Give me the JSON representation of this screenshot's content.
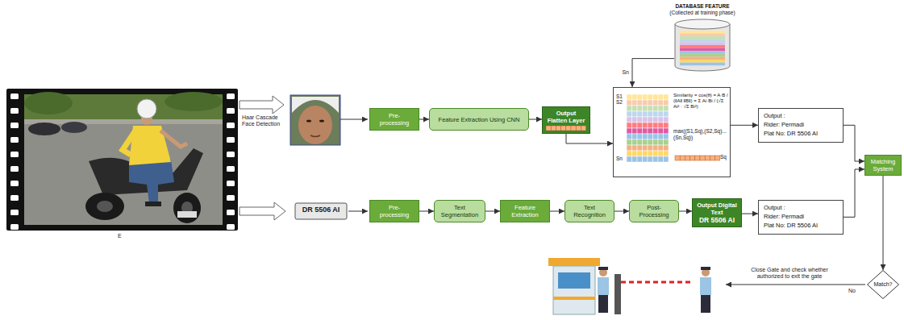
{
  "diagram": {
    "nodes": [
      {
        "text": [
          "Pre-processing"
        ]
      },
      {
        "text": [
          "Feature Extraction Using CNN"
        ]
      },
      {
        "text": [
          "Output",
          "Flatten Layer"
        ]
      },
      {
        "text": [
          "DATABASE FEATURE",
          "(Collected at training phase)"
        ]
      },
      {
        "text": [
          "S1",
          "S2",
          "Sn",
          "Similarity = cos(θ) = A·B / (‖A‖ ‖B‖) = Σ Ai·Bi / (√Σ Ai² · √Σ Bi²)",
          "max((S1,Sq),(S2,Sq)...(Sn,Sq))",
          "Sq"
        ]
      },
      {
        "text": [
          "Output :",
          "Rider: Permadi",
          "Plat No: DR 5506 AI"
        ]
      },
      {
        "text": [
          "Pre-processing"
        ]
      },
      {
        "text": [
          "Text Segmentation"
        ]
      },
      {
        "text": [
          "Feature Extraction"
        ]
      },
      {
        "text": [
          "Text Recognition"
        ]
      },
      {
        "text": [
          "Post-Processing"
        ]
      },
      {
        "text": [
          "Output Digital Text",
          "DR 5506 AI"
        ]
      },
      {
        "text": [
          "Output :",
          "Rider: Permadi",
          "Plat No: DR 5506 AI"
        ]
      },
      {
        "text": [
          "Matching System"
        ]
      },
      {
        "text": [
          "Match?"
        ]
      }
    ],
    "edges": [
      {
        "from": 0,
        "to": 1,
        "arrow": "to"
      },
      {
        "from": 1,
        "to": 2,
        "arrow": "to"
      },
      {
        "from": 2,
        "to": 4,
        "arrow": "to"
      },
      {
        "from": 3,
        "to": 4,
        "label": "Sn",
        "arrow": "to"
      },
      {
        "from": 4,
        "to": 5,
        "arrow": "to"
      },
      {
        "from": 6,
        "to": 7,
        "arrow": "to"
      },
      {
        "from": 7,
        "to": 8,
        "arrow": "to"
      },
      {
        "from": 8,
        "to": 9,
        "arrow": "to"
      },
      {
        "from": 9,
        "to": 10,
        "arrow": "to"
      },
      {
        "from": 10,
        "to": 11,
        "arrow": "to"
      },
      {
        "from": 11,
        "to": 12,
        "arrow": "to"
      },
      {
        "from": 5,
        "to": 13,
        "arrow": "to"
      },
      {
        "from": 12,
        "to": 13,
        "arrow": "to"
      },
      {
        "from": 13,
        "to": 14,
        "arrow": "to"
      }
    ],
    "labels": [
      "Haar Cascade Face Detection",
      "E",
      "DR 5506 AI",
      "No",
      "Close Gate and check whether authorized to exit the gate"
    ]
  }
}
